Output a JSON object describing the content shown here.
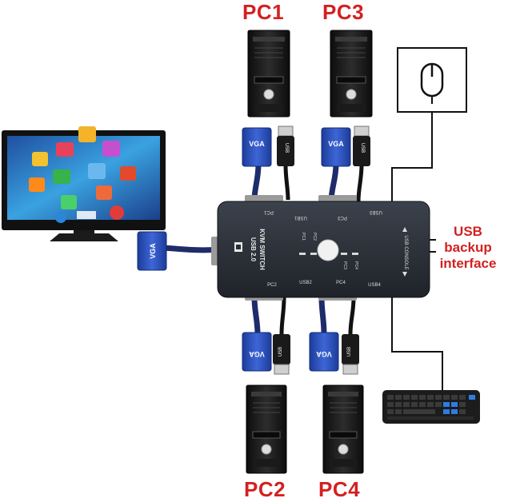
{
  "labels": {
    "pc1": "PC1",
    "pc2": "PC2",
    "pc3": "PC3",
    "pc4": "PC4",
    "usb_backup_line1": "USB",
    "usb_backup_line2": "backup",
    "usb_backup_line3": "interface"
  },
  "device": {
    "brand_line1": "USB 2.0",
    "brand_line2": "KVM SWITCH",
    "port_pc1": "PC1",
    "port_pc2": "PC2",
    "port_pc3": "PC3",
    "port_pc4": "PC4",
    "port_usb1": "USB1",
    "port_usb2": "USB2",
    "port_usb3": "USB3",
    "port_usb4": "USB4",
    "led_pc1": "PC1",
    "led_pc2": "PC2",
    "led_pc3": "PC3",
    "led_pc4": "PC4",
    "console_label": "USB CONSOLE"
  },
  "cables": {
    "vga": "VGA",
    "usb": "USB"
  },
  "colors": {
    "label_red": "#d42020",
    "vga_blue": "#2a4fb8",
    "device_dark": "#2b2f36",
    "tower_dark": "#1c1c1c",
    "line_black": "#111111"
  },
  "icons": [
    "monitor-icon",
    "mouse-icon",
    "keyboard-icon",
    "computer-tower-icon"
  ]
}
